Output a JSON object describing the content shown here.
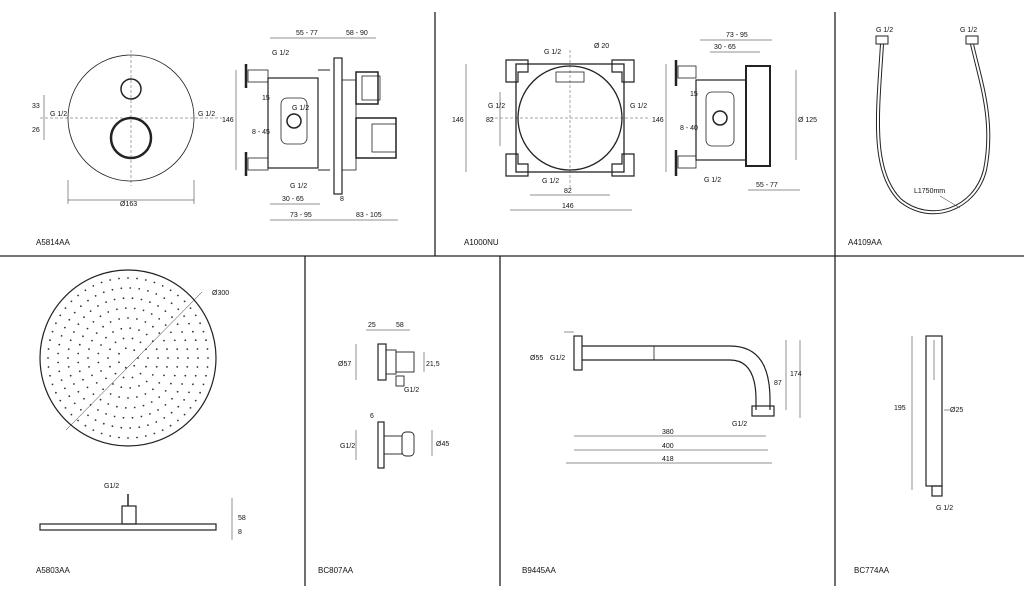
{
  "panels": [
    {
      "id": "A5814AA",
      "code": "A5814AA",
      "labels": {
        "d1": "55 - 77",
        "d2": "58 - 90",
        "d3": "33",
        "d4": "26",
        "d5": "G 1/2",
        "d6": "G 1/2",
        "d7": "G 1/2",
        "d8": "G 1/2",
        "d9": "146",
        "d10": "15",
        "d11": "8 - 45",
        "d12": "G 1/2",
        "d13": "Ø163",
        "d14": "30 - 65",
        "d15": "73 - 95",
        "d16": "83 - 105",
        "d17": "8"
      }
    },
    {
      "id": "A1000NU",
      "code": "A1000NU",
      "labels": {
        "d1": "G 1/2",
        "d2": "Ø 20",
        "d3": "G 1/2",
        "d4": "G 1/2",
        "d5": "146",
        "d6": "82",
        "d7": "G 1/2",
        "d8": "82",
        "d9": "146",
        "d10": "73 - 95",
        "d11": "30 - 65",
        "d12": "15",
        "d13": "146",
        "d14": "Ø 125",
        "d15": "8 - 40",
        "d16": "G 1/2",
        "d17": "55 - 77"
      }
    },
    {
      "id": "A4109AA",
      "code": "A4109AA",
      "labels": {
        "d1": "G 1/2",
        "d2": "G 1/2",
        "d3": "L1750mm"
      }
    },
    {
      "id": "A5803AA",
      "code": "A5803AA",
      "labels": {
        "d1": "Ø300",
        "d2": "G1/2",
        "d3": "58",
        "d4": "8"
      }
    },
    {
      "id": "BC807AA",
      "code": "BC807AA",
      "labels": {
        "d1": "25",
        "d2": "58",
        "d3": "Ø57",
        "d4": "21,5",
        "d5": "G1/2",
        "d6": "6",
        "d7": "G1/2",
        "d8": "Ø45"
      }
    },
    {
      "id": "B9445AA",
      "code": "B9445AA",
      "labels": {
        "d1": "Ø55",
        "d2": "G1/2",
        "d3": "87",
        "d4": "174",
        "d5": "G1/2",
        "d6": "380",
        "d7": "400",
        "d8": "418"
      }
    },
    {
      "id": "BC774AA",
      "code": "BC774AA",
      "labels": {
        "d1": "195",
        "d2": "Ø25",
        "d3": "G 1/2"
      }
    }
  ]
}
